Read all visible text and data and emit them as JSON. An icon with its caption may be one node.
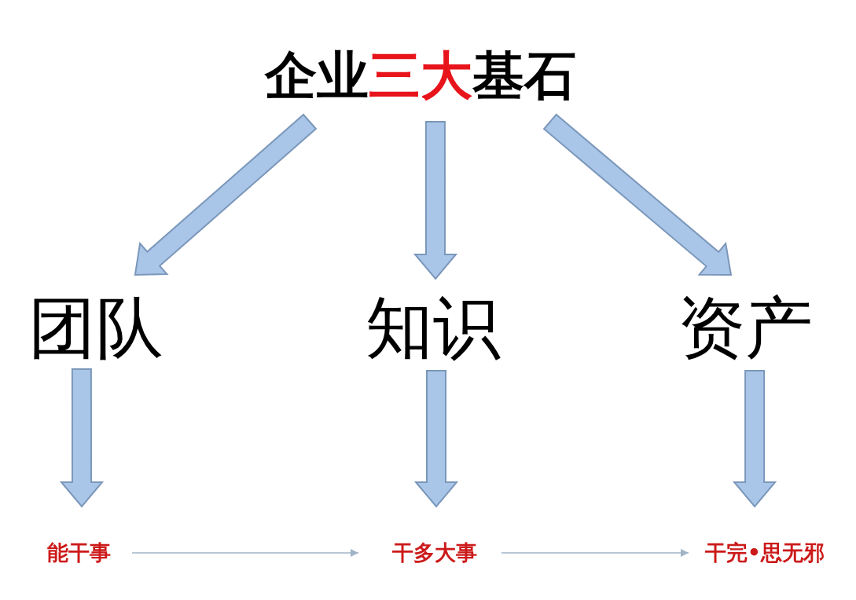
{
  "diagram": {
    "nodes": [
      {
        "text": [
          "企业**三大**基石"
        ]
      },
      {
        "text": [
          "团队"
        ]
      },
      {
        "text": [
          "知识"
        ]
      },
      {
        "text": [
          "资产"
        ]
      },
      {
        "text": [
          "能干事"
        ]
      },
      {
        "text": [
          "干多大事"
        ]
      },
      {
        "text": [
          "干完•思无邪"
        ]
      }
    ],
    "edges": [
      {
        "from": 0,
        "to": 1,
        "arrow": "to",
        "style": "thick"
      },
      {
        "from": 0,
        "to": 2,
        "arrow": "to",
        "style": "thick"
      },
      {
        "from": 0,
        "to": 3,
        "arrow": "to",
        "style": "thick"
      },
      {
        "from": 1,
        "to": 4,
        "arrow": "to",
        "style": "thick"
      },
      {
        "from": 2,
        "to": 5,
        "arrow": "to",
        "style": "thick"
      },
      {
        "from": 3,
        "to": 6,
        "arrow": "to",
        "style": "thick"
      },
      {
        "from": 4,
        "to": 5,
        "arrow": "to",
        "color": "#a0b4c8"
      },
      {
        "from": 5,
        "to": 6,
        "arrow": "to",
        "color": "#a0b4c8"
      }
    ]
  }
}
